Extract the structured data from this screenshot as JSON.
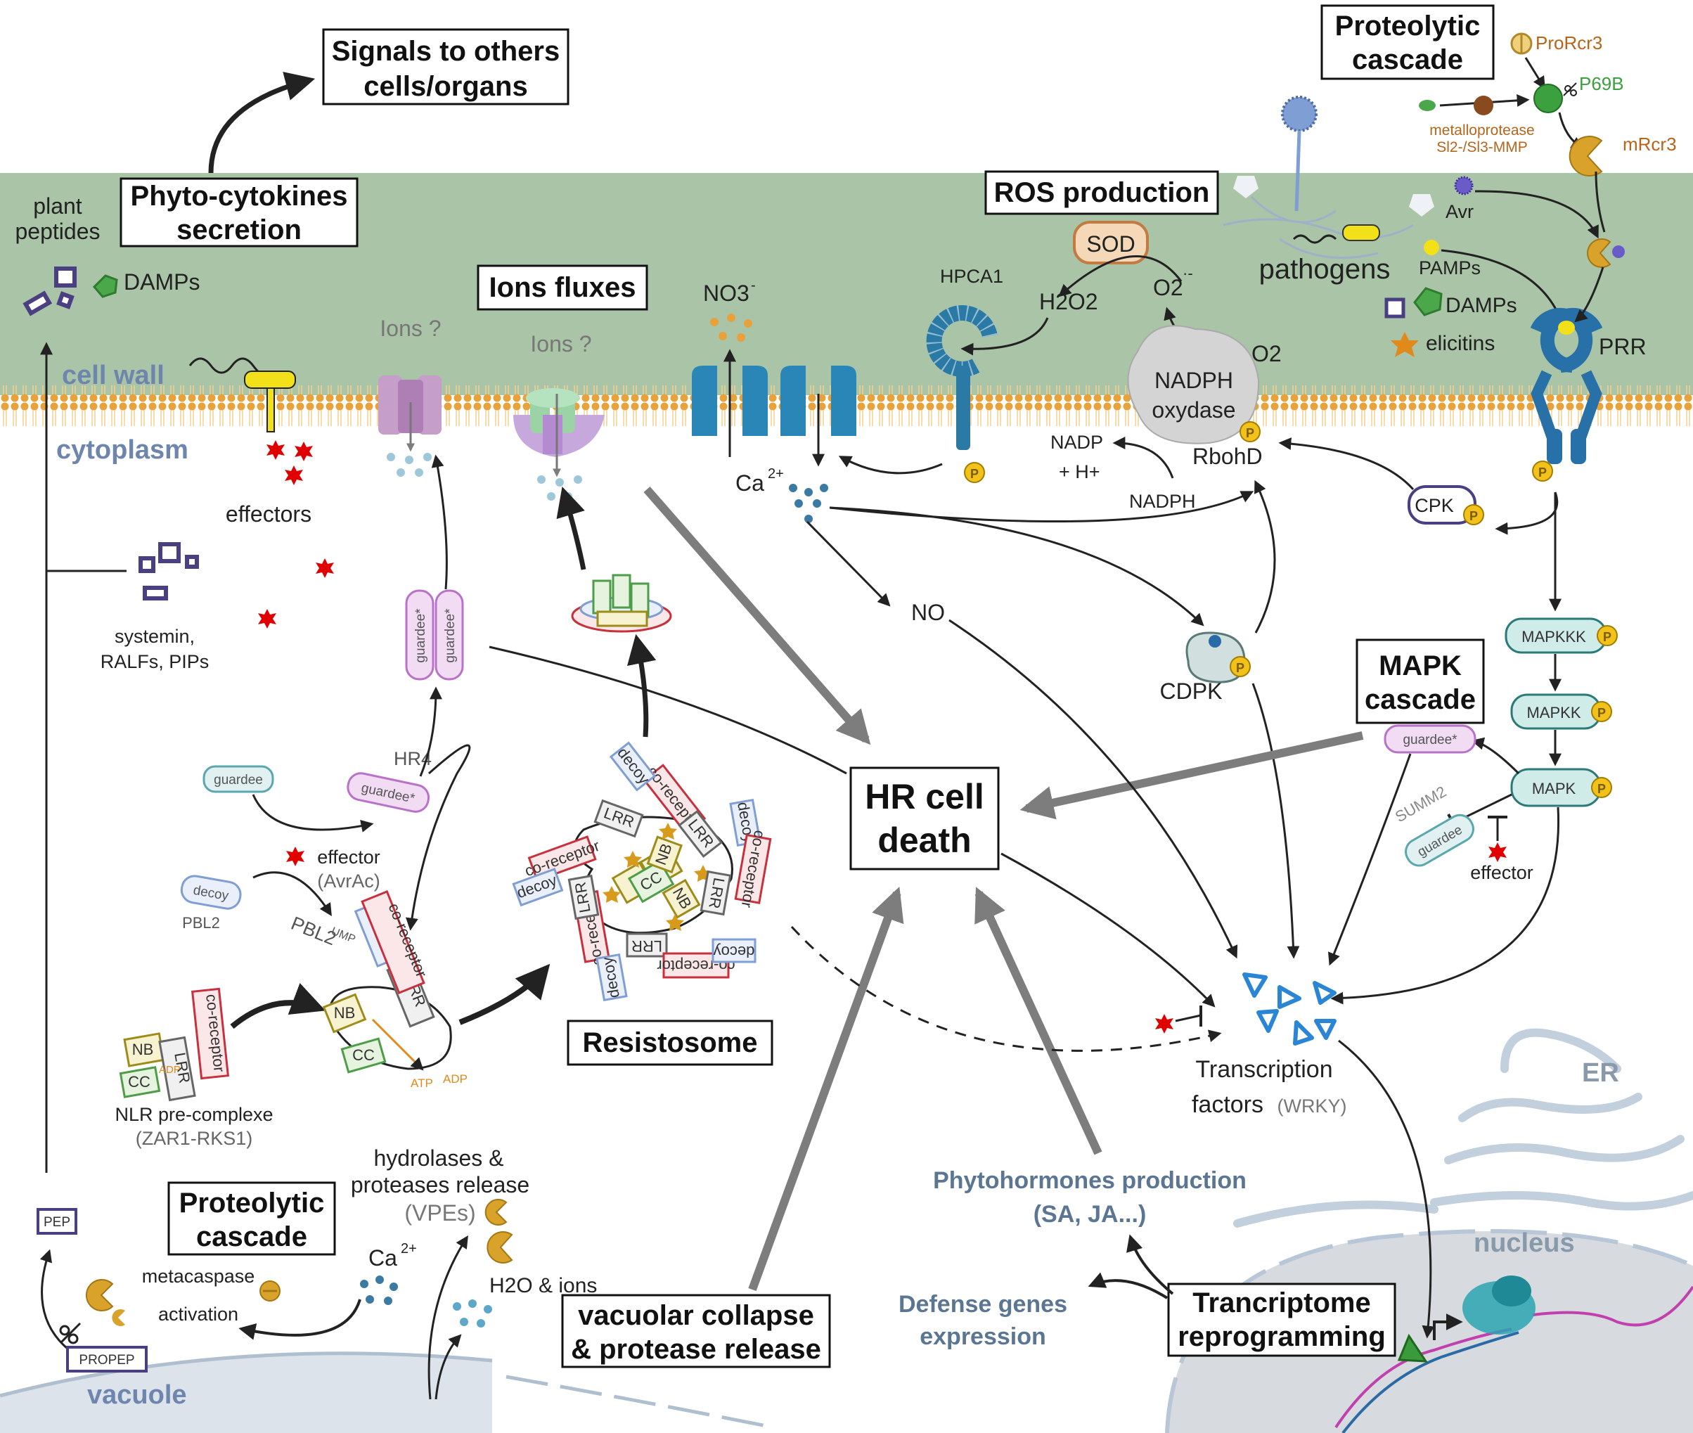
{
  "colors": {
    "cell_wall": "#a9c4a6",
    "membrane": "#e8a23c",
    "boxed_label_border": "#111111",
    "region_label": "#6e86ad",
    "compartment_label": "#5b7693",
    "effector": "#e00000",
    "flow_arrow_grey": "#7d7d7d",
    "ion_dots": "#3d86b0",
    "calcium_dots": "#3b7ba3",
    "phospho": "#f2c11a",
    "guardee": "#b872c8",
    "decoy": "#7f9ed3",
    "co_receptor": "#c8303d",
    "nb_domain": "#c9b336",
    "cc_domain": "#4e9d48",
    "lrr_domain": "#666666",
    "atp": "#e08a1c",
    "mapk": "#5ab3b0",
    "prr": "#2870a8",
    "orange_protease": "#c88a20",
    "metalloprotease_text": "#b7651b",
    "p69b": "#3ba03d",
    "nucleus": "#d7dbe0"
  },
  "icons": [
    "effector-star-icon",
    "ion-channel-icon",
    "receptor-icon",
    "pathogen-icon",
    "phosphate-icon",
    "scissors-icon",
    "pac-man-protease-icon",
    "dna-icon",
    "transcription-factor-icon",
    "er-membrane-icon"
  ],
  "boxed_labels": {
    "signals": [
      "Signals to others",
      "cells/organs"
    ],
    "phyto": [
      "Phyto-cytokines",
      "secretion"
    ],
    "ions_fluxes": "Ions fluxes",
    "ros": "ROS production",
    "proteolytic_top": [
      "Proteolytic",
      "cascade"
    ],
    "mapk_cascade": [
      "MAPK",
      "cascade"
    ],
    "hr_cell_death": [
      "HR cell",
      "death"
    ],
    "resistosome": "Resistosome",
    "proteolytic_bottom": [
      "Proteolytic",
      "cascade"
    ],
    "vacuolar": [
      "vacuolar collapse",
      "& protease release"
    ],
    "transcriptome": [
      "Trancriptome",
      "reprogramming"
    ]
  },
  "regions": {
    "cell_wall": "cell wall",
    "cytoplasm": "cytoplasm",
    "vacuole": "vacuole",
    "nucleus": "nucleus",
    "er": "ER"
  },
  "labels": {
    "plant_peptides": [
      "plant",
      "peptides"
    ],
    "damps_left": "DAMPs",
    "effectors": "effectors",
    "systemin": [
      "systemin,",
      "RALFs, PIPs"
    ],
    "ions_q1": "Ions ?",
    "ions_q2": "Ions ?",
    "no3": "NO3",
    "no3_sup": "-",
    "ca_top": "Ca",
    "ca_top_sup": "2+",
    "no": "NO",
    "hpca1": "HPCA1",
    "sod": "SOD",
    "h2o2": "H2O2",
    "o2_radical": "O2",
    "o2_radical_sup": "·-",
    "o2": "O2",
    "nadph_oxydase": [
      "NADPH",
      "oxydase"
    ],
    "rbohd": "RbohD",
    "nadp": "NADP",
    "h_plus": "+ H+",
    "nadph": "NADPH",
    "pathogens": "pathogens",
    "avr": "Avr",
    "pamps": "PAMPs",
    "damps_right": "DAMPs",
    "elicitins": "elicitins",
    "prr": "PRR",
    "prorcr3": "ProRcr3",
    "p69b": "P69B",
    "mrcr3": "mRcr3",
    "metalloprotease": [
      "metalloprotease",
      "Sl2-/Sl3-MMP"
    ],
    "cpk": "CPK",
    "cdpk": "CDPK",
    "mapkkk": "MAPKKK",
    "mapkk": "MAPKK",
    "mapk": "MAPK",
    "guardee_mapk": "guardee*",
    "summ2": "SUMM2",
    "guardee_summ2": "guardee",
    "effector_mapk": "effector",
    "hr4": "HR4",
    "guardee_hr4": "guardee*",
    "guardee_pair": "guardee*",
    "guardee_plain": "guardee",
    "effector_avrac": [
      "effector",
      "(AvrAc)"
    ],
    "decoy": "decoy",
    "pbl2": "PBL2",
    "pbl2ump": "PBL2",
    "pbl2ump_sup": "UMP",
    "co_receptor": "co-receptor",
    "lrr": "LRR",
    "nb": "NB",
    "cc": "CC",
    "adp": "ADP",
    "atp": "ATP",
    "nlr_precomplex": [
      "NLR pre-complexe",
      "(ZAR1-RKS1)"
    ],
    "transcription_factors": [
      "Transcription",
      "factors"
    ],
    "wrky": "(WRKY)",
    "phytohormones": [
      "Phytohormones production",
      "(SA, JA...)"
    ],
    "defense_genes": [
      "Defense genes",
      "expression"
    ],
    "hydrolases": [
      "hydrolases &",
      "proteases release",
      "(VPEs)"
    ],
    "ca_bottom": "Ca",
    "ca_bottom_sup": "2+",
    "h2o_ions": "H2O & ions",
    "metacaspase": "metacaspase",
    "activation": "activation",
    "pep": "PEP",
    "propep": "PROPEP",
    "phospho": "P"
  }
}
